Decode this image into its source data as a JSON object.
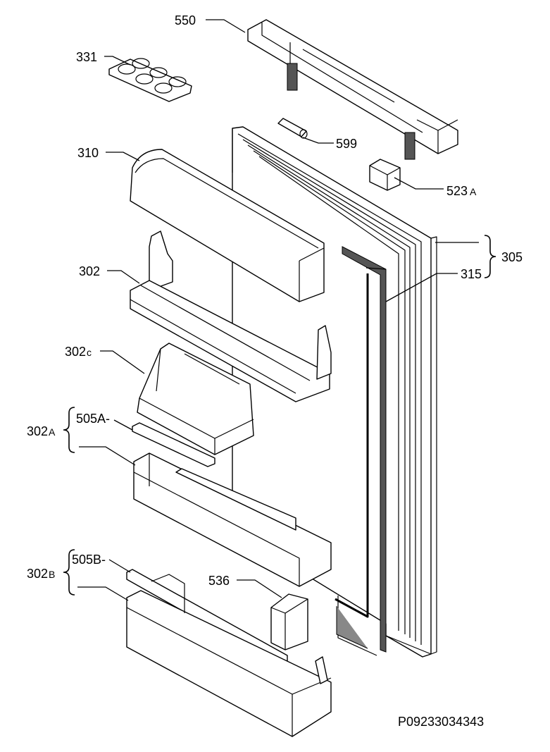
{
  "labels": {
    "p550": "550",
    "p331": "331",
    "p599": "599",
    "p310": "310",
    "p523": "523",
    "p523_suffix": "A",
    "p302": "302",
    "p305": "305",
    "p315": "315",
    "p302c": "302",
    "p302c_suffix": "c",
    "p505A": "505A",
    "p302A": "302",
    "p302A_suffix": "A",
    "p505B": "505B",
    "p302B": "302",
    "p302B_suffix": "B",
    "p536": "536"
  },
  "reference": "P09233034343"
}
